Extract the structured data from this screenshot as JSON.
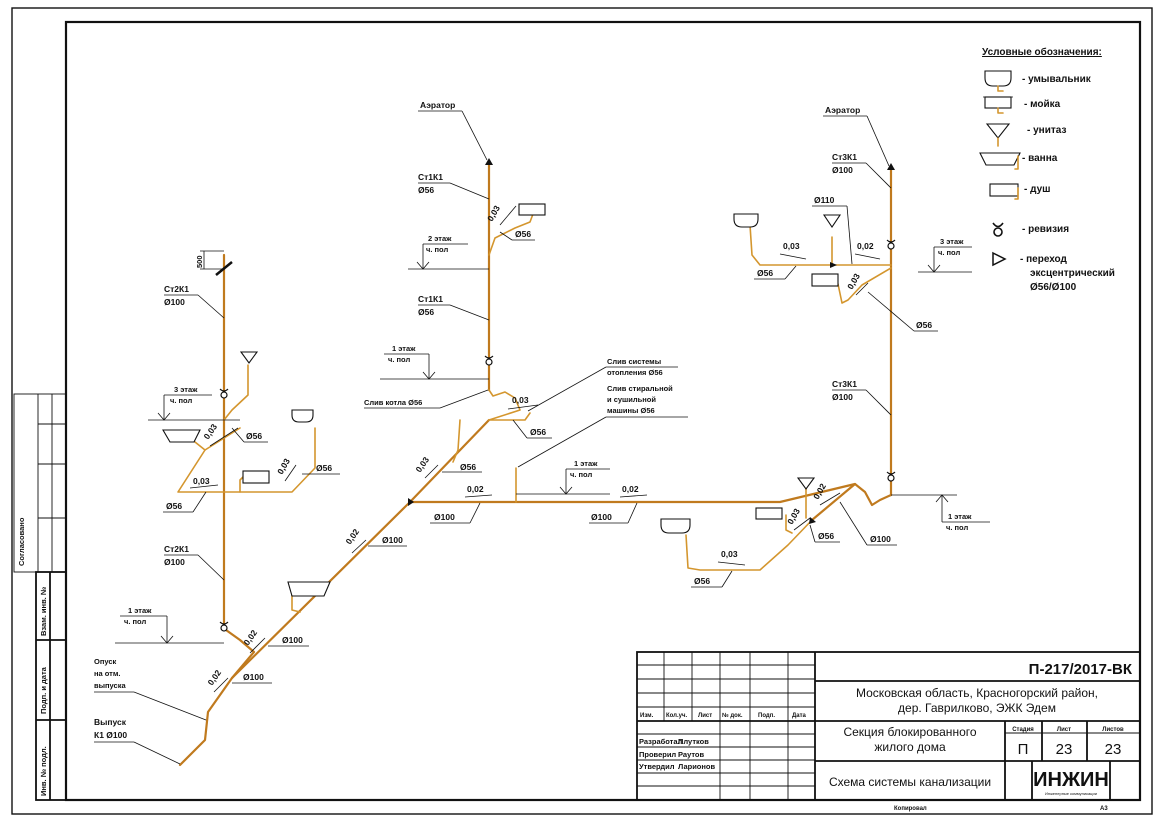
{
  "legend": {
    "title": "Условные обозначения:",
    "items": [
      {
        "icon": "washbasin-icon",
        "label": "- умывальник"
      },
      {
        "icon": "sink-icon",
        "label": "- мойка"
      },
      {
        "icon": "toilet-icon",
        "label": "- унитаз"
      },
      {
        "icon": "bathtub-icon",
        "label": "- ванна"
      },
      {
        "icon": "shower-icon",
        "label": "- душ"
      },
      {
        "icon": "revision-icon",
        "label": "- ревизия"
      },
      {
        "icon": "eccentric-transition-icon",
        "label": "- переход",
        "label2": "эксцентрический",
        "label3": "Ø56/Ø100"
      }
    ]
  },
  "colors": {
    "pipe_main": "#c07a1e",
    "pipe_branch": "#d4962e",
    "logo_green": "#3fb53a"
  },
  "labels": {
    "aerator": "Аэратор",
    "st1k1": "Ст1К1",
    "st2k1": "Ст2К1",
    "st3k1": "Ст3К1",
    "d56": "Ø56",
    "d100": "Ø100",
    "d110": "Ø110",
    "slope_002": "0,02",
    "slope_003": "0,03",
    "dim_500": "500",
    "floor1": "1 этаж",
    "floor2": "2 этаж",
    "floor3": "3 этаж",
    "floor_sub": "ч. пол",
    "boiler_drain": "Слив котла  Ø56",
    "heating_drain_1": "Слив системы",
    "heating_drain_2": "отопления  Ø56",
    "washer_drain_1": "Слив стиральной",
    "washer_drain_2": "и сушильной",
    "washer_drain_3": "машины  Ø56",
    "descent_1": "Опуск",
    "descent_2": "на отм.",
    "descent_3": "выпуска",
    "outlet_1": "Выпуск",
    "outlet_2": "К1 Ø100"
  },
  "side_stamp": {
    "agreed": "Согласовано",
    "inv_replace": "Взам. инв. №",
    "sign_date": "Подп. и дата",
    "inv_orig": "Инв. № подл."
  },
  "title_block": {
    "doc_code": "П-217/2017-ВК",
    "address_1": "Московская область, Красногорский район,",
    "address_2": "дер. Гаврилково, ЭЖК Эдем",
    "object_1": "Секция блокированного",
    "object_2": "жилого дома",
    "sheet_title": "Схема системы канализации",
    "col_headers": [
      "Изм.",
      "Кол.уч.",
      "Лист",
      "№ док.",
      "Подп.",
      "Дата"
    ],
    "roles": [
      {
        "role": "Разработал",
        "name": "Плутков"
      },
      {
        "role": "Проверил",
        "name": "Раутов"
      },
      {
        "role": "Утвердил",
        "name": "Ларионов"
      }
    ],
    "stage_label": "Стадия",
    "sheet_label": "Лист",
    "sheets_label": "Листов",
    "stage": "П",
    "sheet": "23",
    "sheets": "23",
    "logo": "ИНЖИН",
    "logo_sub": "Инженерные коммуникации",
    "copied": "Копировал",
    "format": "А3"
  }
}
